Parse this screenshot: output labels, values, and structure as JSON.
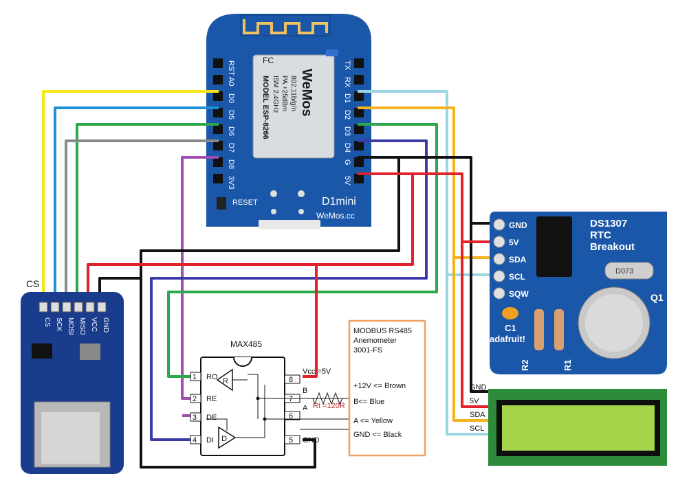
{
  "cs_label": "CS",
  "wemos": {
    "logo_text": "WeMos",
    "logo_sub": "WeMos.cc",
    "model_text": "MODEL ESP-8266",
    "ism_text": "ISM 2.4GHz",
    "pa_text": "PA +25dBm",
    "wifi_text": "802.11b/g/n",
    "board_name": "D1mini",
    "reset_label": "RESET",
    "left_pins": [
      "RST",
      "A0",
      "D0",
      "D5",
      "D6",
      "D7",
      "D8",
      "3V3"
    ],
    "right_pins": [
      "TX",
      "RX",
      "D1",
      "D2",
      "D3",
      "D4",
      "G",
      "5V"
    ]
  },
  "sd_module": {
    "pins": [
      "CS",
      "SCK",
      "MOSI",
      "MISO",
      "VCC",
      "GND"
    ]
  },
  "max485": {
    "title": "MAX485",
    "left_pins": [
      {
        "num": "1",
        "name": "RO"
      },
      {
        "num": "2",
        "name": "RE"
      },
      {
        "num": "3",
        "name": "DE"
      },
      {
        "num": "4",
        "name": "DI"
      }
    ],
    "right_pins": [
      {
        "num": "8",
        "name": "Vcc =5V"
      },
      {
        "num": "7",
        "name": "B"
      },
      {
        "num": "6",
        "name": "A"
      },
      {
        "num": "5",
        "name": "GND"
      }
    ],
    "resistor_label": "Rt =120R",
    "r_label": "R",
    "d_label": "D"
  },
  "modbus": {
    "title_lines": [
      "MODBUS RS485",
      "Anemometer",
      "3001-FS"
    ],
    "lines": [
      "+12V <= Brown",
      "B<= Blue",
      "A <= Yellow",
      "GND <= Black"
    ]
  },
  "rtc": {
    "title_lines": [
      "DS1307",
      "RTC",
      "Breakout"
    ],
    "pins": [
      "GND",
      "5V",
      "SDA",
      "SCL",
      "SQW"
    ],
    "brand": "adafruit!",
    "c1": "C1",
    "r1": "R1",
    "r2": "R2",
    "q1": "Q1",
    "crystal": "D073"
  },
  "lcd": {
    "pins": [
      "GND",
      "5V",
      "SDA",
      "SCL"
    ]
  },
  "colors": {
    "yellow": "#f5e614",
    "blue": "#1e90d8",
    "green": "#2aa84a",
    "gray": "#8a8a8a",
    "purple": "#a04cb0",
    "red": "#e0222a",
    "black": "#111111",
    "navy": "#3a3aa8",
    "lightblue": "#9ad6e4",
    "orange": "#f4b21c",
    "board_blue": "#1b57a8",
    "sd_blue": "#1a3c8c",
    "lcd_green": "#a6d44a",
    "lcd_board": "#2d8c3c",
    "box_orange": "#f0a060"
  }
}
